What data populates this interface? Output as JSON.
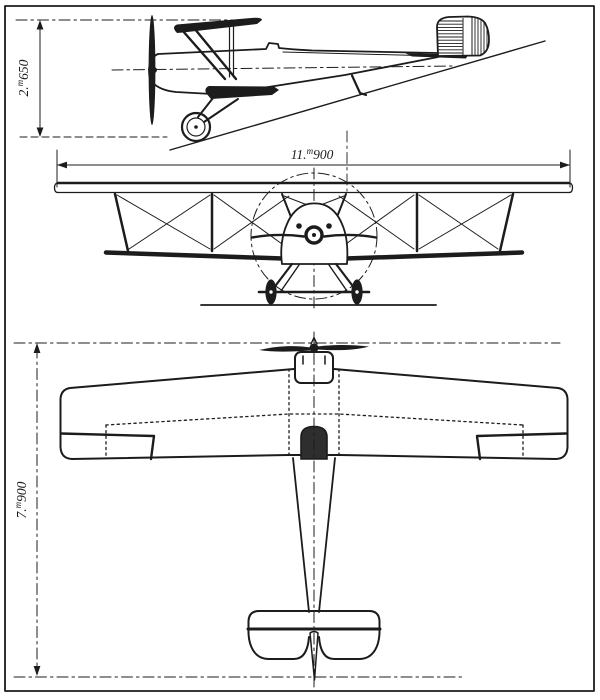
{
  "drawing": {
    "description": "Three-view general arrangement drawing of a single-seat biplane",
    "ink_color": "#1c1c1c",
    "paper_color": "#ffffff",
    "dimensions": {
      "height": {
        "prefix": "2.",
        "sup": "m",
        "suffix": "650"
      },
      "span": {
        "prefix": "11.",
        "sup": "m",
        "suffix": "900"
      },
      "length": {
        "prefix": "7.",
        "sup": "m",
        "suffix": "900"
      }
    }
  }
}
